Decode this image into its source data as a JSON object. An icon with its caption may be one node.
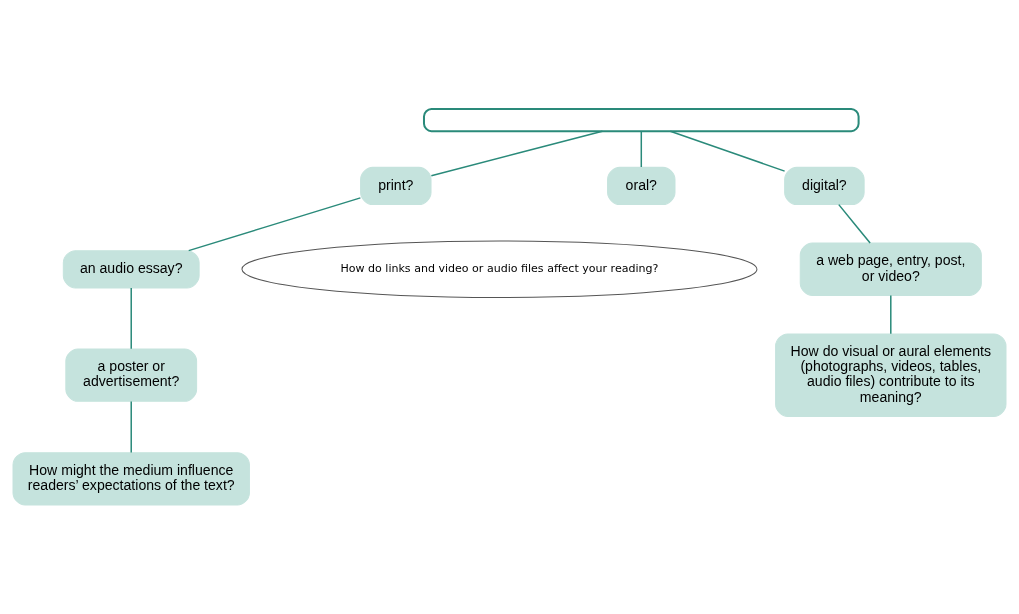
{
  "diagram": {
    "nodes": [
      {
        "text": [],
        "shape": "box"
      },
      {
        "text": [
          "print?"
        ]
      },
      {
        "text": [
          "oral?"
        ]
      },
      {
        "text": [
          "digital?"
        ]
      },
      {
        "text": [
          "an audio essay?"
        ]
      },
      {
        "text": [
          "How do links and video or audio files affect your reading?"
        ]
      },
      {
        "text": [
          "a poster or advertisement?"
        ]
      },
      {
        "text": [
          "a web page, entry, post, or video?"
        ]
      },
      {
        "text": [
          "How might the medium influence readers’ expectations of the text?"
        ]
      },
      {
        "text": [
          "How do visual or aural elements (photographs, videos, tables, audio files) contribute to its meaning?"
        ]
      }
    ],
    "edges": [
      {
        "from": 0,
        "to": 1,
        "arrow": "none"
      },
      {
        "from": 0,
        "to": 2,
        "arrow": "none"
      },
      {
        "from": 0,
        "to": 3,
        "arrow": "none"
      },
      {
        "from": 1,
        "to": 4,
        "arrow": "none"
      },
      {
        "from": 4,
        "to": 6,
        "arrow": "none"
      },
      {
        "from": 6,
        "to": 8,
        "arrow": "none"
      },
      {
        "from": 3,
        "to": 7,
        "arrow": "none"
      },
      {
        "from": 7,
        "to": 9,
        "arrow": "none"
      }
    ]
  }
}
